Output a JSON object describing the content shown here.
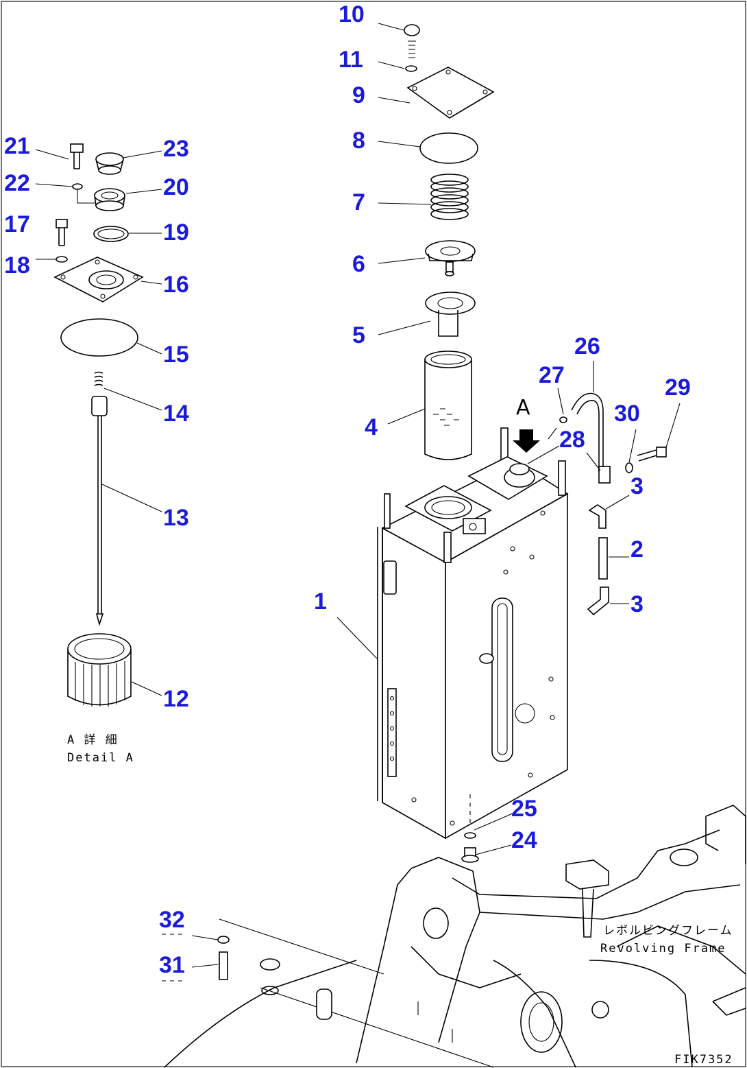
{
  "diagram": {
    "callouts": {
      "c1": "1",
      "c2": "2",
      "c3a": "3",
      "c3b": "3",
      "c4": "4",
      "c5": "5",
      "c6": "6",
      "c7": "7",
      "c8": "8",
      "c9": "9",
      "c10": "10",
      "c11": "11",
      "c12": "12",
      "c13": "13",
      "c14": "14",
      "c15": "15",
      "c16": "16",
      "c17": "17",
      "c18": "18",
      "c19": "19",
      "c20": "20",
      "c21": "21",
      "c22": "22",
      "c23": "23",
      "c24": "24",
      "c25": "25",
      "c26": "26",
      "c27": "27",
      "c28": "28",
      "c29": "29",
      "c30": "30",
      "c31": "31",
      "c32": "32"
    },
    "view_marker": "A",
    "detail_label_jp": "A 詳 細",
    "detail_label_en": "Detail A",
    "frame_label_jp": "レボルビングフレーム",
    "frame_label_en": "Revolving Frame",
    "drawing_code": "FIK7352"
  },
  "colors": {
    "callout": "#1a1adc",
    "line": "#000000",
    "background": "#ffffff"
  }
}
